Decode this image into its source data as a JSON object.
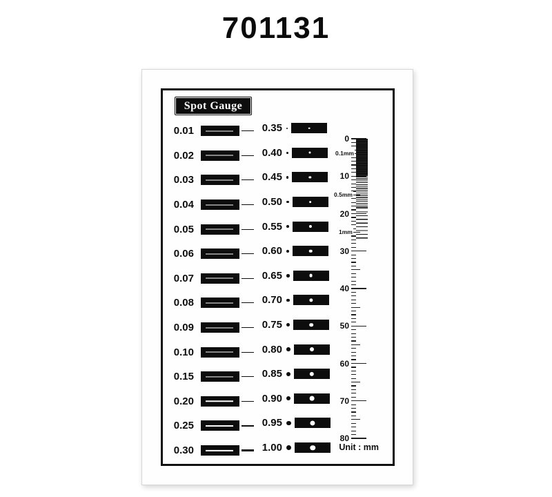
{
  "product_code": "701131",
  "colors": {
    "ink": "#0d0d0d"
  },
  "card": {
    "title": "Spot Gauge",
    "unit_label": "Unit : mm"
  },
  "gauges": {
    "left": [
      {
        "label": "0.01",
        "value": 0.01
      },
      {
        "label": "0.02",
        "value": 0.02
      },
      {
        "label": "0.03",
        "value": 0.03
      },
      {
        "label": "0.04",
        "value": 0.04
      },
      {
        "label": "0.05",
        "value": 0.05
      },
      {
        "label": "0.06",
        "value": 0.06
      },
      {
        "label": "0.07",
        "value": 0.07
      },
      {
        "label": "0.08",
        "value": 0.08
      },
      {
        "label": "0.09",
        "value": 0.09
      },
      {
        "label": "0.10",
        "value": 0.1
      },
      {
        "label": "0.15",
        "value": 0.15
      },
      {
        "label": "0.20",
        "value": 0.2
      },
      {
        "label": "0.25",
        "value": 0.25
      },
      {
        "label": "0.30",
        "value": 0.3
      }
    ],
    "right": [
      {
        "label": "0.35",
        "value": 0.35
      },
      {
        "label": "0.40",
        "value": 0.4
      },
      {
        "label": "0.45",
        "value": 0.45
      },
      {
        "label": "0.50",
        "value": 0.5
      },
      {
        "label": "0.55",
        "value": 0.55
      },
      {
        "label": "0.60",
        "value": 0.6
      },
      {
        "label": "0.65",
        "value": 0.65
      },
      {
        "label": "0.70",
        "value": 0.7
      },
      {
        "label": "0.75",
        "value": 0.75
      },
      {
        "label": "0.80",
        "value": 0.8
      },
      {
        "label": "0.85",
        "value": 0.85
      },
      {
        "label": "0.90",
        "value": 0.9
      },
      {
        "label": "0.95",
        "value": 0.95
      },
      {
        "label": "1.00",
        "value": 1.0
      }
    ]
  },
  "ruler": {
    "min": 0,
    "max": 80,
    "major_step": 10,
    "labels": [
      "0",
      "10",
      "20",
      "30",
      "40",
      "50",
      "60",
      "70",
      "80"
    ],
    "annotations": [
      {
        "label": "0.1mm",
        "pitch_mm": 0.1
      },
      {
        "label": "0.5mm",
        "pitch_mm": 0.5
      },
      {
        "label": "1mm",
        "pitch_mm": 1.0
      }
    ]
  }
}
